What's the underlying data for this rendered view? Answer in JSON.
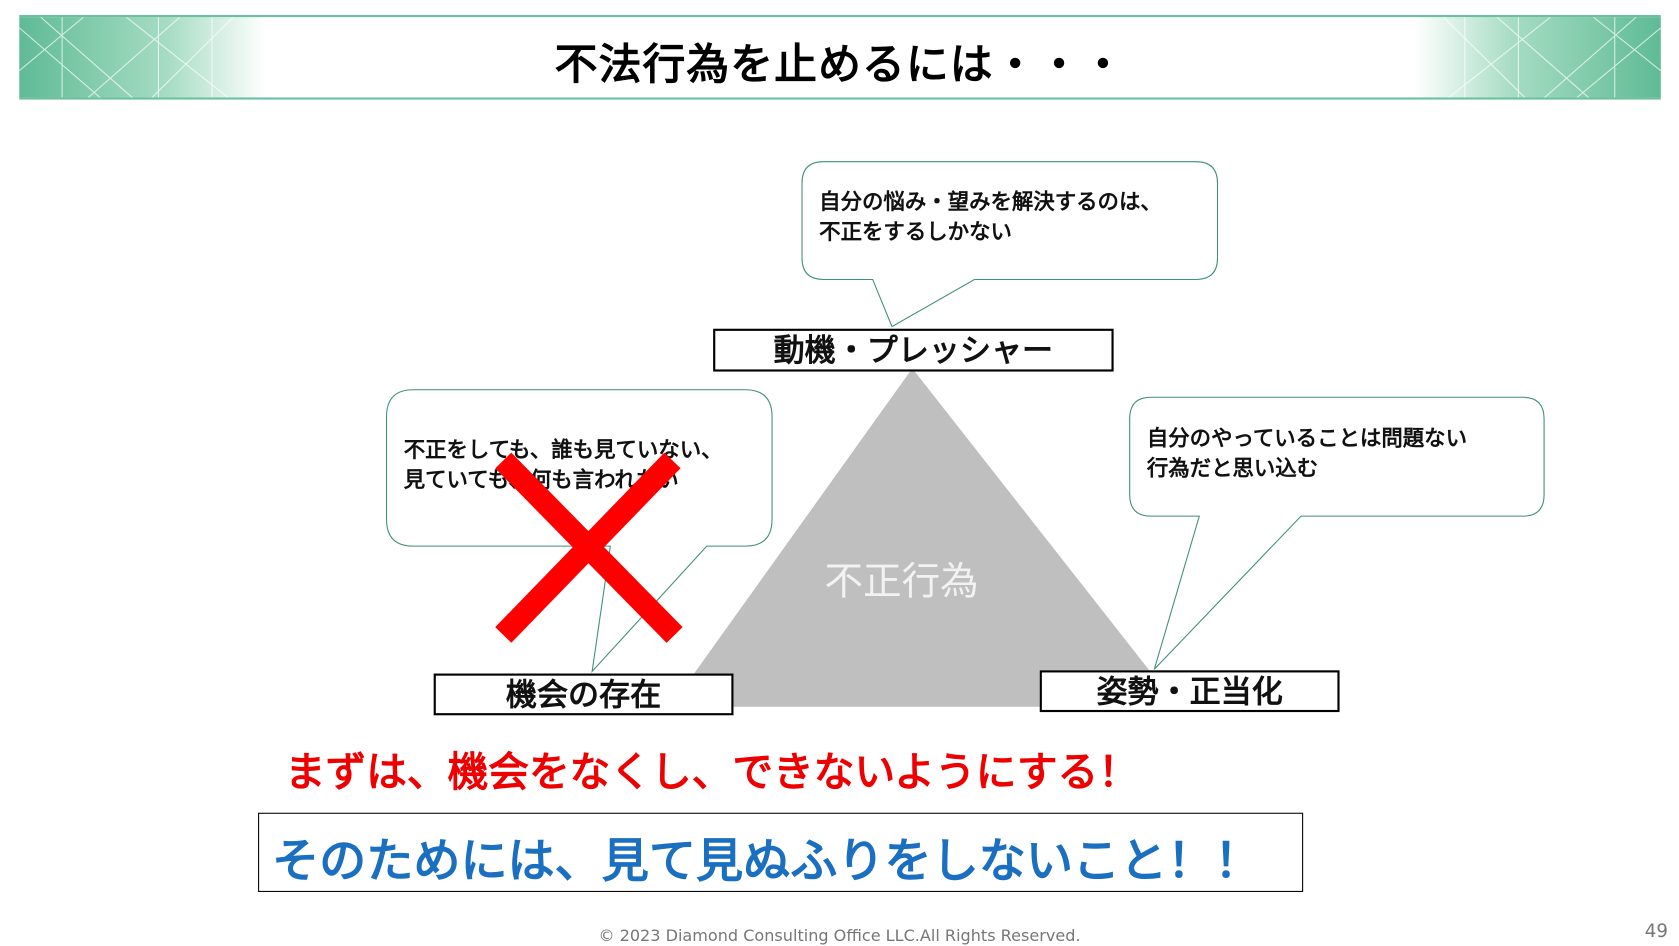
{
  "slide": {
    "title": "不法行為を止めるには・・・",
    "colors": {
      "banner": "#5fbb95",
      "triangle": "#bfbfbf",
      "red": "#ee0000",
      "blue": "#1a6fc0"
    },
    "triangle_label": "不正行為",
    "corners": {
      "top": "動機・プレッシャー",
      "left": "機会の存在",
      "right": "姿勢・正当化"
    },
    "bubbles": {
      "top": [
        "自分の悩み・望みを解決するのは、",
        "不正をするしかない"
      ],
      "left": [
        "不正をしても、誰も見ていない、",
        "見ていても、何も言われない"
      ],
      "right": [
        "自分のやっていることは問題ない",
        "行為だと思い込む"
      ]
    },
    "cross_mark": "x-mark-icon",
    "red_message": "まずは、機会をなくし、できないようにする！",
    "blue_message": "そのためには、見て見ぬふりをしないこと！！"
  },
  "footer": {
    "copyright": "© 2023  Diamond Consulting Office LLC.All Rights Reserved.",
    "page": "49"
  }
}
